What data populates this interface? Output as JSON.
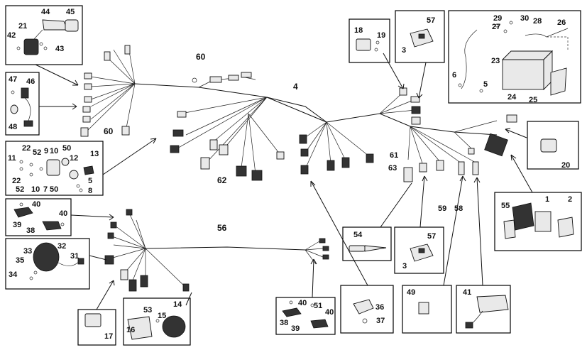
{
  "labels": {
    "l44": "44",
    "l45": "45",
    "l21": "21",
    "l42": "42",
    "l43": "43",
    "l47": "47",
    "l46": "46",
    "l48": "48",
    "l22a": "22",
    "l52a": "52",
    "l9": "9",
    "l10a": "10",
    "l50a": "50",
    "l11": "11",
    "l12": "12",
    "l13": "13",
    "l22b": "22",
    "l52b": "52",
    "l10b": "10",
    "l7": "7",
    "l50b": "50",
    "l5a": "5",
    "l8": "8",
    "l40a": "40",
    "l40b": "40",
    "l39a": "39",
    "l38a": "38",
    "l33": "33",
    "l32": "32",
    "l35": "35",
    "l31": "31",
    "l34": "34",
    "l17": "17",
    "l53": "53",
    "l15": "15",
    "l14": "14",
    "l16": "16",
    "l60a": "60",
    "l60b": "60",
    "l4": "4",
    "l62": "62",
    "l56": "56",
    "l18": "18",
    "l19": "19",
    "l57a": "57",
    "l3a": "3",
    "l29": "29",
    "l30": "30",
    "l28": "28",
    "l27": "27",
    "l26": "26",
    "l23": "23",
    "l6": "6",
    "l5b": "5",
    "l24": "24",
    "l25": "25",
    "l20": "20",
    "l1": "1",
    "l2": "2",
    "l55": "55",
    "l61": "61",
    "l63": "63",
    "l59": "59",
    "l58": "58",
    "l54": "54",
    "l57b": "57",
    "l3b": "3",
    "l40c": "40",
    "l51": "51",
    "l40d": "40",
    "l38b": "38",
    "l39b": "39",
    "l36": "36",
    "l37": "37",
    "l49": "49",
    "l41": "41"
  }
}
